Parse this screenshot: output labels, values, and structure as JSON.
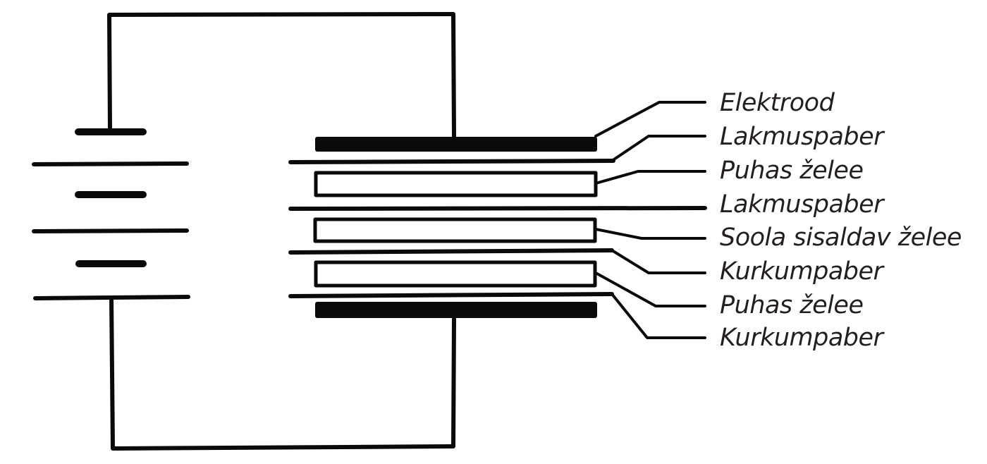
{
  "diagram": {
    "type": "electrolysis-setup",
    "colors": {
      "stroke": "#0a0a0a",
      "text": "#231f20",
      "background": "#ffffff"
    },
    "battery": {
      "cells": 3
    },
    "labels": [
      "Elektrood",
      "Lakmuspaber",
      "Puhas želee",
      "Lakmuspaber",
      "Soola sisaldav želee",
      "Kurkumpaber",
      "Puhas želee",
      "Kurkumpaber"
    ]
  }
}
